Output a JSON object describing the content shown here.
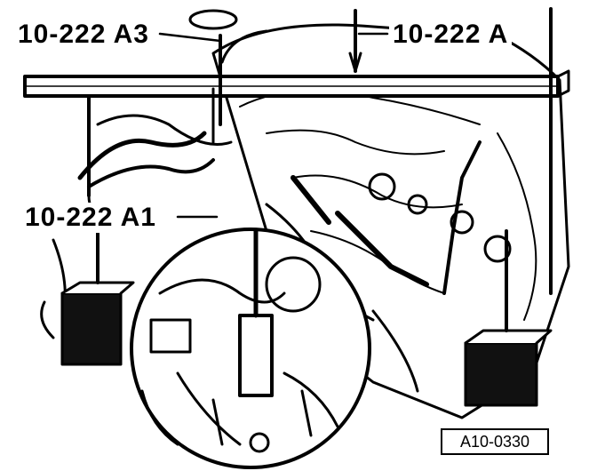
{
  "figure": {
    "labels": {
      "tool_a3": "10-222 A3",
      "tool_a": "10-222 A",
      "tool_a1": "10-222 A1"
    },
    "reference_code": "A10-0330",
    "ink_color": "#000000",
    "background_color": "#ffffff"
  }
}
